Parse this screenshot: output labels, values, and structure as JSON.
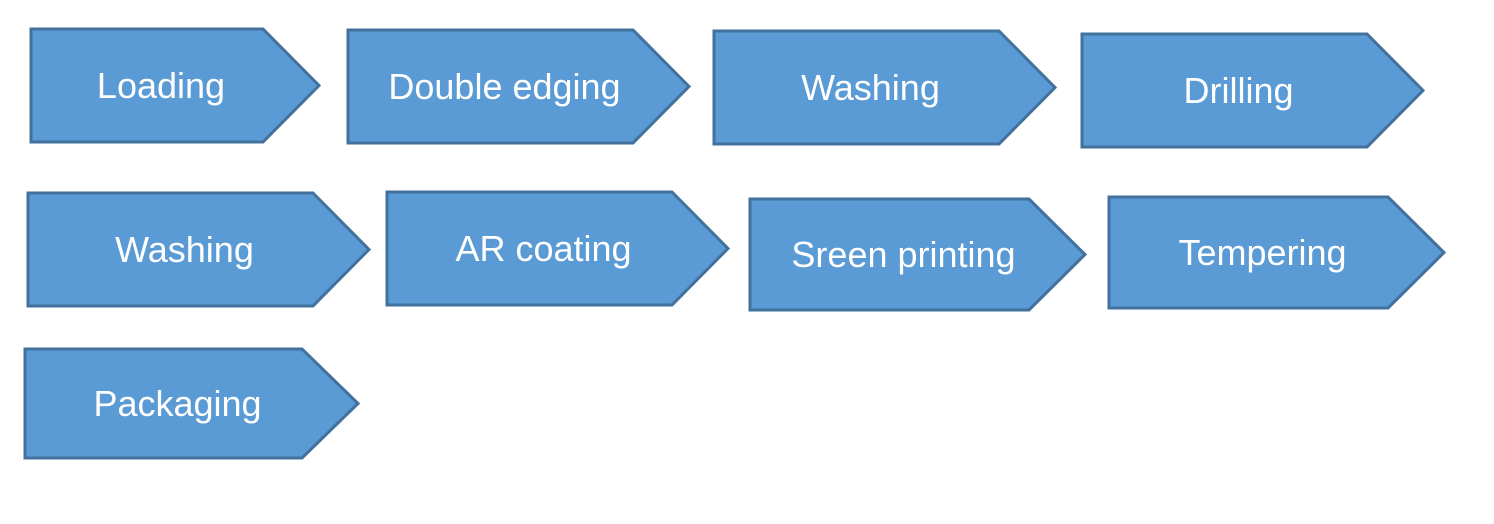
{
  "process_steps": [
    {
      "label": "Loading"
    },
    {
      "label": "Double edging"
    },
    {
      "label": "Washing"
    },
    {
      "label": "Drilling"
    },
    {
      "label": "Washing"
    },
    {
      "label": "AR coating"
    },
    {
      "label": "Sreen printing"
    },
    {
      "label": "Tempering"
    },
    {
      "label": "Packaging"
    }
  ],
  "colors": {
    "arrow_fill": "#5b9bd5",
    "arrow_stroke": "#41719c",
    "label_text": "#ffffff"
  }
}
